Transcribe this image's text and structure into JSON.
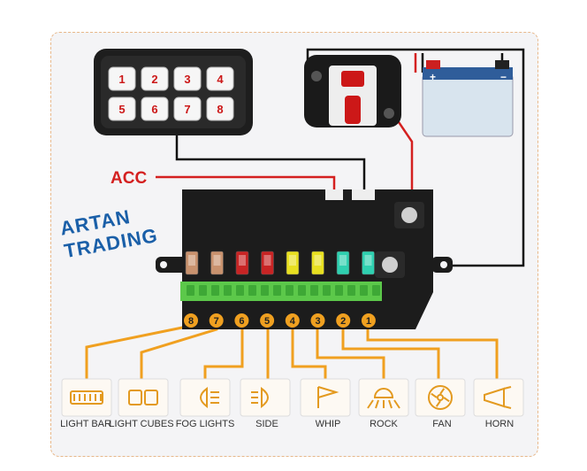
{
  "brand": {
    "line1": "ARTAN",
    "line2": "TRADING"
  },
  "acc_label": "ACC",
  "switch_panel": {
    "buttons": [
      "1",
      "2",
      "3",
      "4",
      "5",
      "6",
      "7",
      "8"
    ]
  },
  "fuse_numbers": [
    "8",
    "7",
    "6",
    "5",
    "4",
    "3",
    "2",
    "1"
  ],
  "fuse_colors": [
    "#c9926e",
    "#c9926e",
    "#c82424",
    "#c82424",
    "#e8e020",
    "#e8e020",
    "#2fd0b0",
    "#2fd0b0"
  ],
  "accessories": [
    {
      "label": "LIGHT BAR",
      "icon": "light-bar-icon"
    },
    {
      "label": "LIGHT CUBES",
      "icon": "light-cubes-icon"
    },
    {
      "label": "FOG LIGHTS",
      "icon": "fog-lights-icon"
    },
    {
      "label": "SIDE",
      "icon": "side-light-icon"
    },
    {
      "label": "WHIP",
      "icon": "whip-flag-icon"
    },
    {
      "label": "ROCK",
      "icon": "rock-light-icon"
    },
    {
      "label": "FAN",
      "icon": "fan-icon"
    },
    {
      "label": "HORN",
      "icon": "horn-icon"
    }
  ],
  "colors": {
    "orange": "#f0a020",
    "red_wire": "#d42020",
    "black_wire": "#111111",
    "brand_blue": "#1a5fa8"
  }
}
